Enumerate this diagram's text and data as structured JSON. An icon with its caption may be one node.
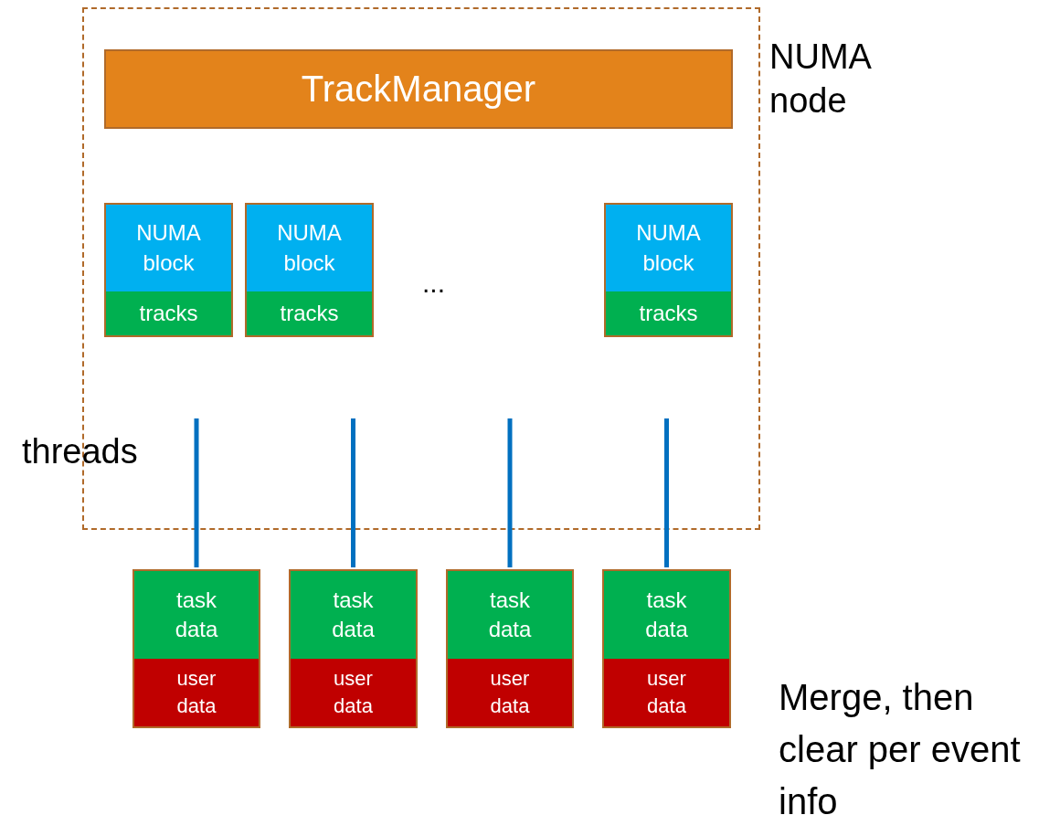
{
  "diagram": {
    "nodes": [
      {
        "text": [
          "NUMA node"
        ]
      },
      {
        "text": [
          "TrackManager"
        ],
        "in": 0
      },
      {
        "text": [
          "NUMA block",
          "tracks"
        ],
        "in": 0
      },
      {
        "text": [
          "NUMA block",
          "tracks"
        ],
        "in": 0
      },
      {
        "text": [
          "NUMA block",
          "tracks"
        ],
        "in": 0
      },
      {
        "text": [
          "task data",
          "user data"
        ]
      },
      {
        "text": [
          "task data",
          "user data"
        ]
      },
      {
        "text": [
          "task data",
          "user data"
        ]
      },
      {
        "text": [
          "task data",
          "user data"
        ]
      }
    ],
    "edges": [
      {
        "from": null,
        "to": 5,
        "arrow": "none"
      },
      {
        "from": null,
        "to": 6,
        "arrow": "none"
      },
      {
        "from": null,
        "to": 7,
        "arrow": "none"
      },
      {
        "from": null,
        "to": 8,
        "arrow": "none"
      }
    ],
    "labels": [
      "...",
      "threads",
      "Merge, then clear per event info"
    ]
  }
}
